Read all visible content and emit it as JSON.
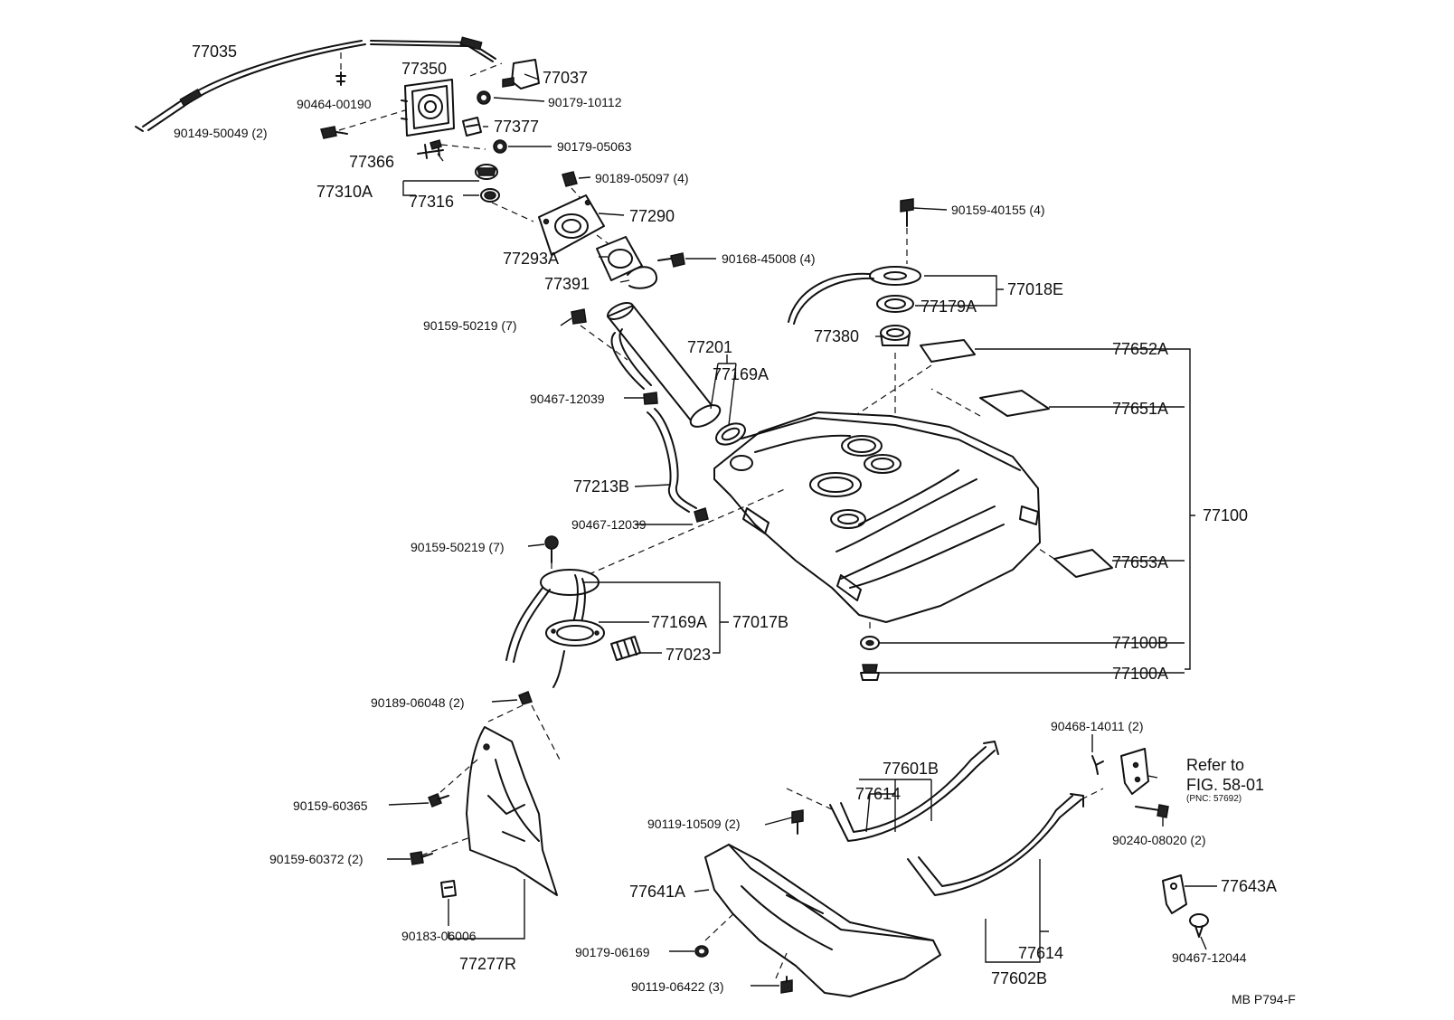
{
  "diagram": {
    "drawing_code": "MB P794-F",
    "reference": {
      "line1": "Refer to",
      "line2": "FIG. 58-01",
      "line3": "(PNC: 57692)"
    },
    "labels": {
      "p77035": "77035",
      "p77350": "77350",
      "p77037": "77037",
      "p90464_00190": "90464-00190",
      "p90179_10112": "90179-10112",
      "p90149_50049": "90149-50049 (2)",
      "p77377": "77377",
      "p77366": "77366",
      "p90179_05063": "90179-05063",
      "p77310A": "77310A",
      "p77316": "77316",
      "p90189_05097": "90189-05097 (4)",
      "p77290": "77290",
      "p77293A": "77293A",
      "p90168_45008": "90168-45008 (4)",
      "p77391": "77391",
      "p90159_40155": "90159-40155 (4)",
      "p77179A": "77179A",
      "p77018E": "77018E",
      "p77380": "77380",
      "p77652A": "77652A",
      "p90159_50219_a": "90159-50219 (7)",
      "p77201": "77201",
      "p77169A_a": "77169A",
      "p90467_12039_a": "90467-12039",
      "p77651A": "77651A",
      "p77213B": "77213B",
      "p90467_12039_b": "90467-12039",
      "p77100": "77100",
      "p90159_50219_b": "90159-50219 (7)",
      "p77653A": "77653A",
      "p77169A_b": "77169A",
      "p77017B": "77017B",
      "p77023": "77023",
      "p77100B": "77100B",
      "p77100A": "77100A",
      "p90189_06048": "90189-06048 (2)",
      "p90468_14011": "90468-14011 (2)",
      "p77601B": "77601B",
      "p77614_a": "77614",
      "p90159_60365": "90159-60365",
      "p90119_10509": "90119-10509 (2)",
      "p90240_08020": "90240-08020 (2)",
      "p90159_60372": "90159-60372 (2)",
      "p77641A": "77641A",
      "p77643A": "77643A",
      "p90183_06006": "90183-06006",
      "p90179_06169": "90179-06169",
      "p77614_b": "77614",
      "p90467_12044": "90467-12044",
      "p77277R": "77277R",
      "p90119_06422": "90119-06422 (3)",
      "p77602B": "77602B"
    }
  }
}
